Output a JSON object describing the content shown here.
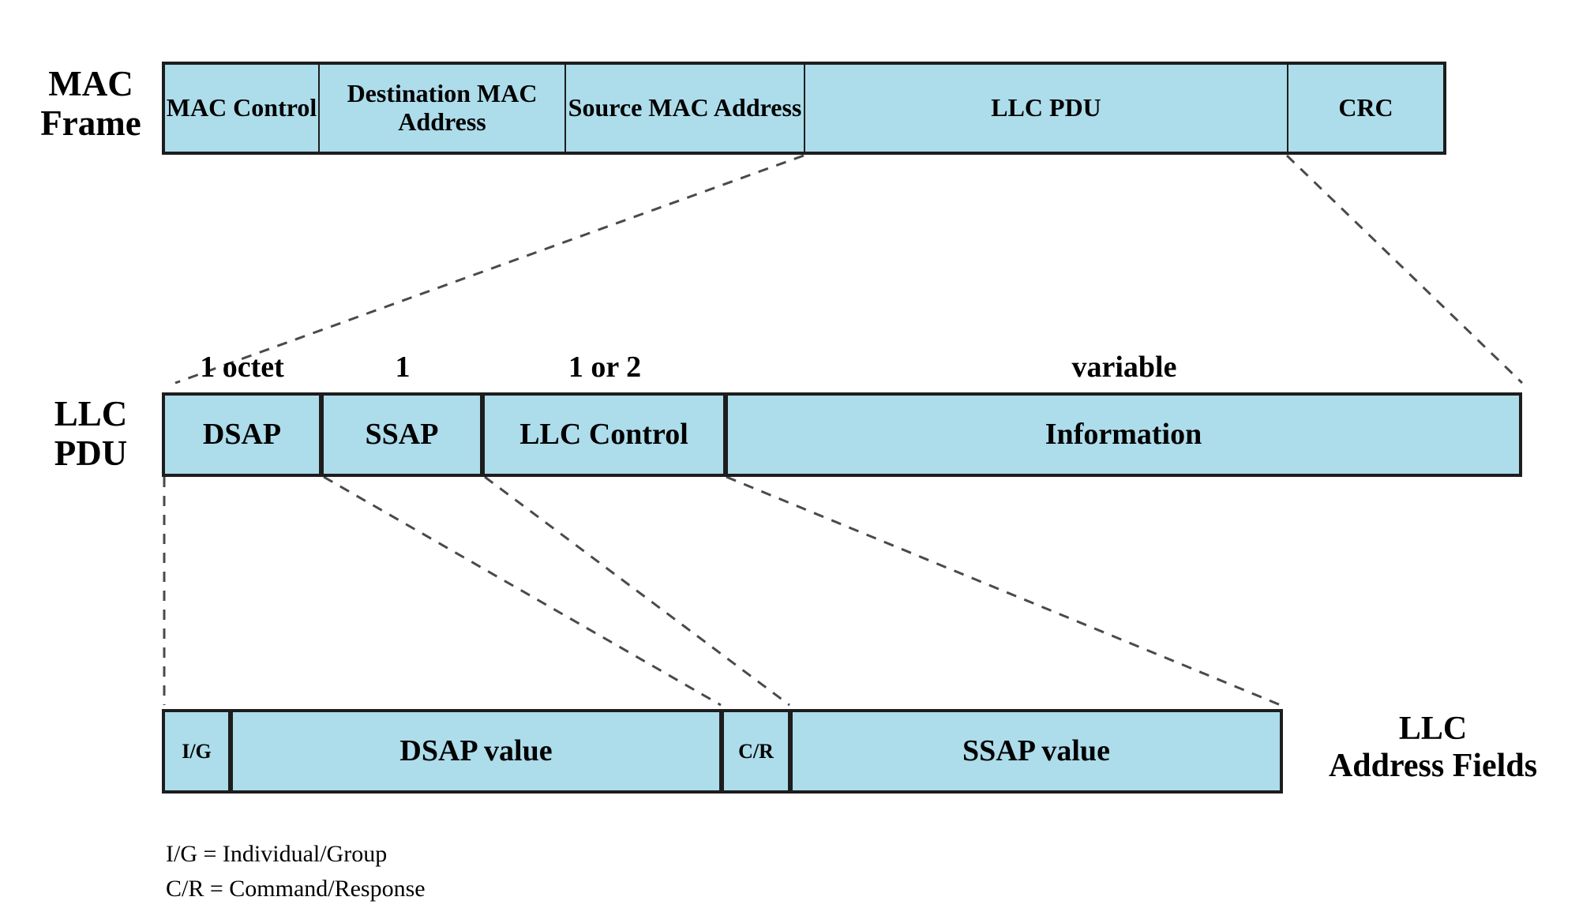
{
  "figure": {
    "title": "LLC PDU in a MAC Frame",
    "box_fill": "#ADDCEA",
    "box_stroke": "#1d1d1d",
    "leader_stroke": "#4a4a4a"
  },
  "mac_frame": {
    "label": "MAC\nFrame",
    "fields": [
      {
        "name": "mac-control",
        "text": "MAC\nControl"
      },
      {
        "name": "destination-mac-address",
        "text": "Destination\nMAC Address"
      },
      {
        "name": "source-mac-address",
        "text": "Source\nMAC Address"
      },
      {
        "name": "llc-pdu",
        "text": "LLC PDU"
      },
      {
        "name": "crc",
        "text": "CRC"
      }
    ]
  },
  "llc_pdu": {
    "label": "LLC\nPDU",
    "size_labels": [
      "1 octet",
      "1",
      "1 or 2",
      "variable"
    ],
    "fields": [
      {
        "name": "dsap",
        "text": "DSAP"
      },
      {
        "name": "ssap",
        "text": "SSAP"
      },
      {
        "name": "llc-control",
        "text": "LLC Control"
      },
      {
        "name": "information",
        "text": "Information"
      }
    ]
  },
  "llc_address_fields": {
    "caption": "LLC\nAddress Fields",
    "fields": [
      {
        "name": "ig-bit",
        "text": "I/G"
      },
      {
        "name": "dsap-value",
        "text": "DSAP value"
      },
      {
        "name": "cr-bit",
        "text": "C/R"
      },
      {
        "name": "ssap-value",
        "text": "SSAP value"
      }
    ]
  },
  "legend": {
    "lines": "I/G = Individual/Group\nC/R = Command/Response"
  }
}
